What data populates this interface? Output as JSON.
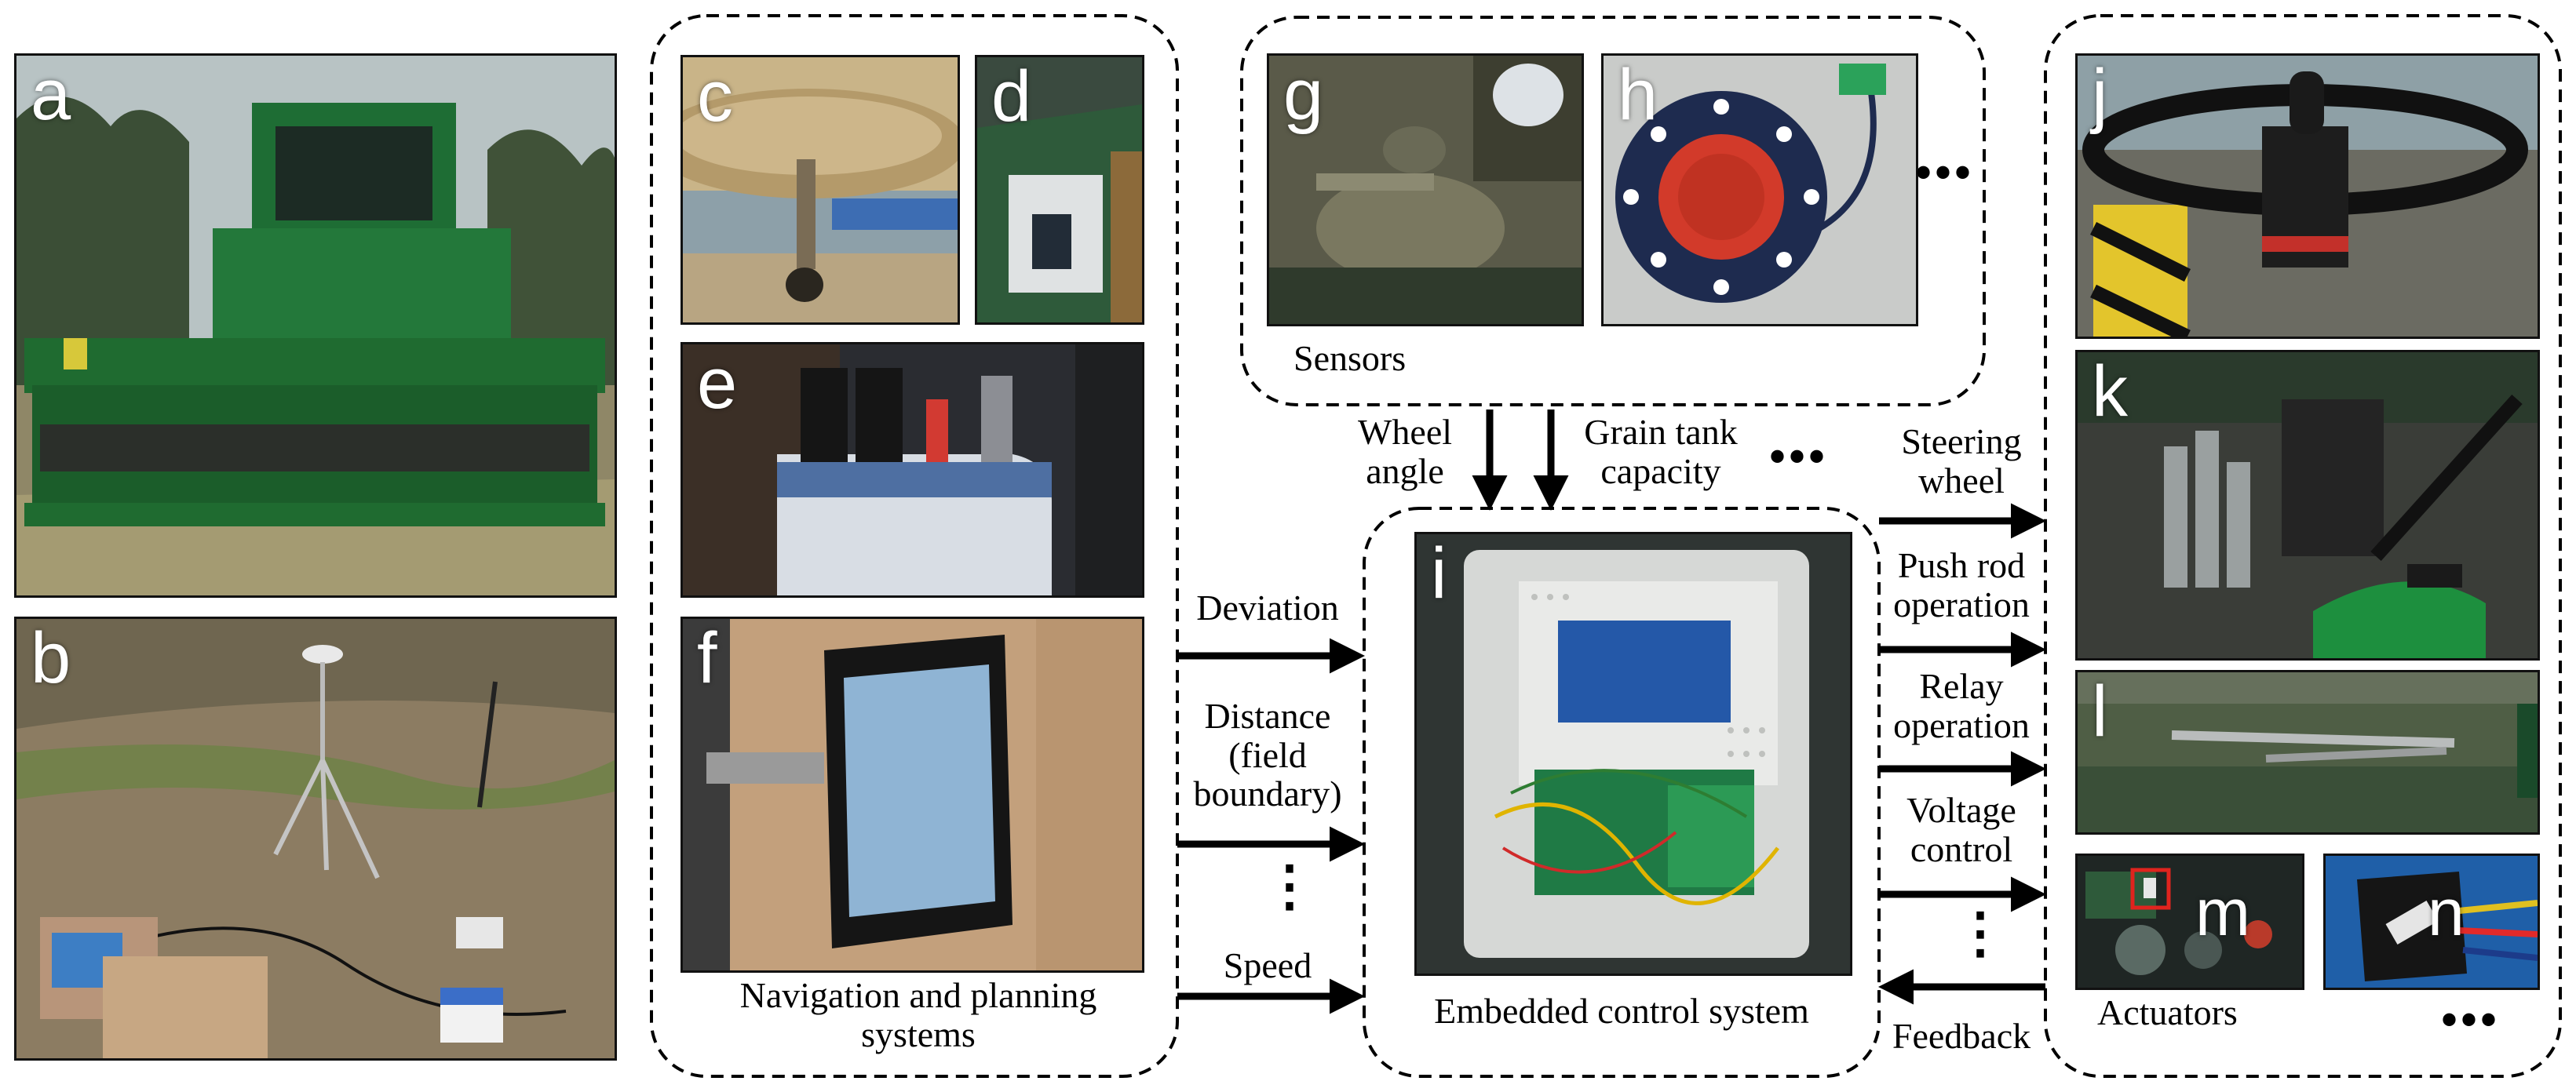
{
  "panels": {
    "a": "a",
    "b": "b",
    "c": "c",
    "d": "d",
    "e": "e",
    "f": "f",
    "g": "g",
    "h": "h",
    "i": "i",
    "j": "j",
    "k": "k",
    "l": "l",
    "m": "m",
    "n": "n"
  },
  "groups": {
    "navigation": [
      "Navigation  and planning",
      "systems"
    ],
    "sensors": "Sensors",
    "embedded": "Embedded control system",
    "actuators": "Actuators"
  },
  "inputs": {
    "deviation": "Deviation",
    "distance": [
      "Distance",
      "(field",
      "boundary)"
    ],
    "speed": "Speed"
  },
  "sensor_signals": {
    "wheel_angle": [
      "Wheel",
      "angle"
    ],
    "grain_tank": [
      "Grain tank",
      "capacity"
    ]
  },
  "outputs": {
    "steering": [
      "Steering",
      "wheel"
    ],
    "push_rod": [
      "Push rod",
      "operation"
    ],
    "relay": [
      "Relay",
      "operation"
    ],
    "voltage": [
      "Voltage",
      "control"
    ],
    "feedback": "Feedback"
  },
  "ellipsis": "•••",
  "vertical_ellipsis": "⋮",
  "colors": {
    "harvester_green": "#1f6b30",
    "sky": "#c9d3d8",
    "soil": "#8a7a62",
    "board_blue": "#2458a8",
    "board_green": "#1f7a45",
    "red_cap": "#d33a2a",
    "line": "#000000"
  }
}
